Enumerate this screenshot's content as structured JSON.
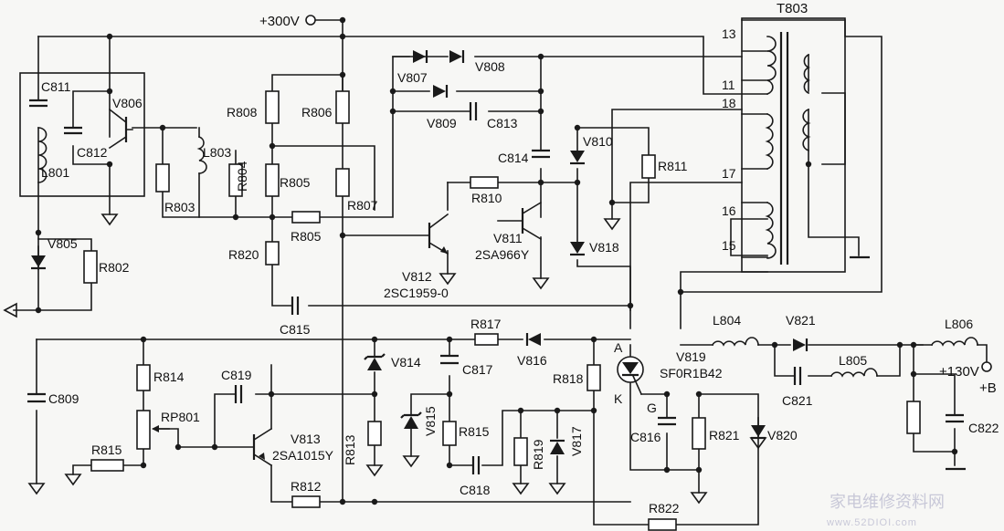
{
  "labels": {
    "supply": "+300V",
    "t803": "T803",
    "p13": "13",
    "p11": "11",
    "p18": "18",
    "p17": "17",
    "p16": "16",
    "p15": "15",
    "c811": "C811",
    "v806": "V806",
    "c812": "C812",
    "l801": "L801",
    "l803": "L803",
    "r803": "R803",
    "r804": "R804",
    "r808": "R808",
    "r806": "R806",
    "r805a": "R805",
    "r805b": "R805",
    "r807": "R807",
    "r820": "R820",
    "v807": "V807",
    "v808": "V808",
    "v809": "V809",
    "c813": "C813",
    "c814": "C814",
    "v810": "V810",
    "r811": "R811",
    "r810": "R810",
    "v811": "V811",
    "v811_part": "2SA966Y",
    "v818": "V818",
    "v812": "V812",
    "v812_part": "2SC1959-0",
    "v805": "V805",
    "r802": "R802",
    "c815": "C815",
    "r817": "R817",
    "v816": "V816",
    "v814": "V814",
    "c817": "C817",
    "c809": "C809",
    "r814": "R814",
    "rp801": "RP801",
    "r815a": "R815",
    "c819": "C819",
    "v813": "V813",
    "v813_part": "2SA1015Y",
    "r813": "R813",
    "r812": "R812",
    "v815": "V815",
    "r815b": "R815",
    "c818": "C818",
    "r819": "R819",
    "v817": "V817",
    "r818": "R818",
    "a": "A",
    "k": "K",
    "g": "G",
    "v819": "V819",
    "v819_part": "SF0R1B42",
    "c816": "C816",
    "r821": "R821",
    "v820": "V820",
    "r822": "R822",
    "l804": "L804",
    "v821": "V821",
    "l805": "L805",
    "c821": "C821",
    "l806": "L806",
    "out_v": "+130V",
    "out_b": "+B",
    "c822": "C822"
  },
  "watermark": {
    "text": "家电维修资料网",
    "url": "www.52DIOI.com"
  }
}
